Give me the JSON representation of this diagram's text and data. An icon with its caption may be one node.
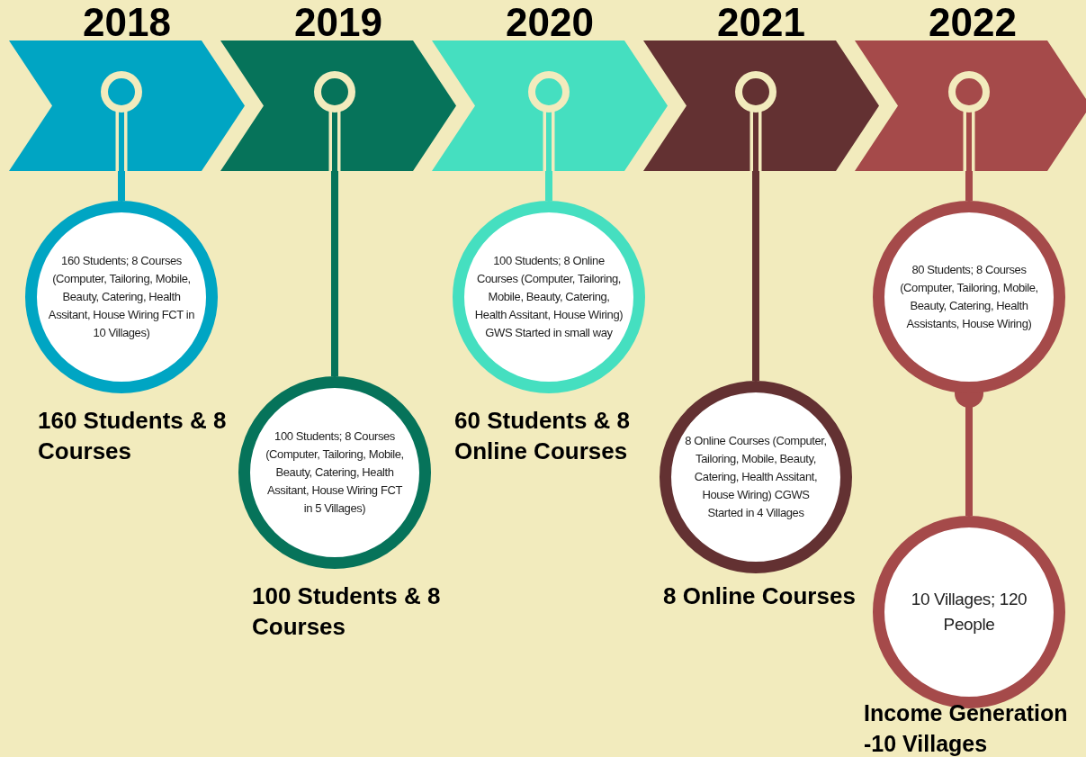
{
  "diagram": {
    "nodes": [
      {
        "text": [
          "2018"
        ]
      },
      {
        "text": [
          "160 Students; 8 Courses (Computer, Tailoring, Mobile, Beauty, Catering, Health Assitant, House Wiring FCT in 10 Villages)"
        ],
        "beside": [
          "160 Students & 8 Courses"
        ]
      },
      {
        "text": [
          "2019"
        ]
      },
      {
        "text": [
          "100 Students; 8 Courses (Computer, Tailoring, Mobile, Beauty, Catering, Health Assitant, House Wiring FCT in 5 Villages)"
        ],
        "beside": [
          "100 Students & 8 Courses"
        ]
      },
      {
        "text": [
          "2020"
        ]
      },
      {
        "text": [
          "100 Students; 8 Online Courses (Computer, Tailoring, Mobile, Beauty, Catering, Health Assitant, House Wiring) GWS Started in small way"
        ],
        "beside": [
          "60 Students & 8 Online Courses"
        ]
      },
      {
        "text": [
          "2021"
        ]
      },
      {
        "text": [
          "8 Online Courses (Computer, Tailoring, Mobile, Beauty, Catering, Health Assitant, House Wiring) CGWS Started in 4 Villages"
        ],
        "beside": [
          "8 Online Courses"
        ]
      },
      {
        "text": [
          "2022"
        ]
      },
      {
        "text": [
          "80 Students; 8 Courses (Computer, Tailoring, Mobile, Beauty, Catering, Health Assistants, House Wiring)"
        ]
      },
      {
        "text": [
          "10 Villages; 120 People"
        ],
        "beside": [
          "Income Generation -10 Villages"
        ]
      }
    ],
    "edges": [
      {
        "from": 0,
        "to": 1,
        "arrow": "none",
        "color": "#00a5c3"
      },
      {
        "from": 2,
        "to": 3,
        "arrow": "none",
        "color": "#06735a"
      },
      {
        "from": 4,
        "to": 5,
        "arrow": "none",
        "color": "#45dfc0"
      },
      {
        "from": 6,
        "to": 7,
        "arrow": "none",
        "color": "#633132"
      },
      {
        "from": 8,
        "to": 9,
        "arrow": "none",
        "color": "#a54a4a"
      },
      {
        "from": 9,
        "to": 10,
        "arrow": "other",
        "color": "#a54a4a"
      }
    ]
  }
}
